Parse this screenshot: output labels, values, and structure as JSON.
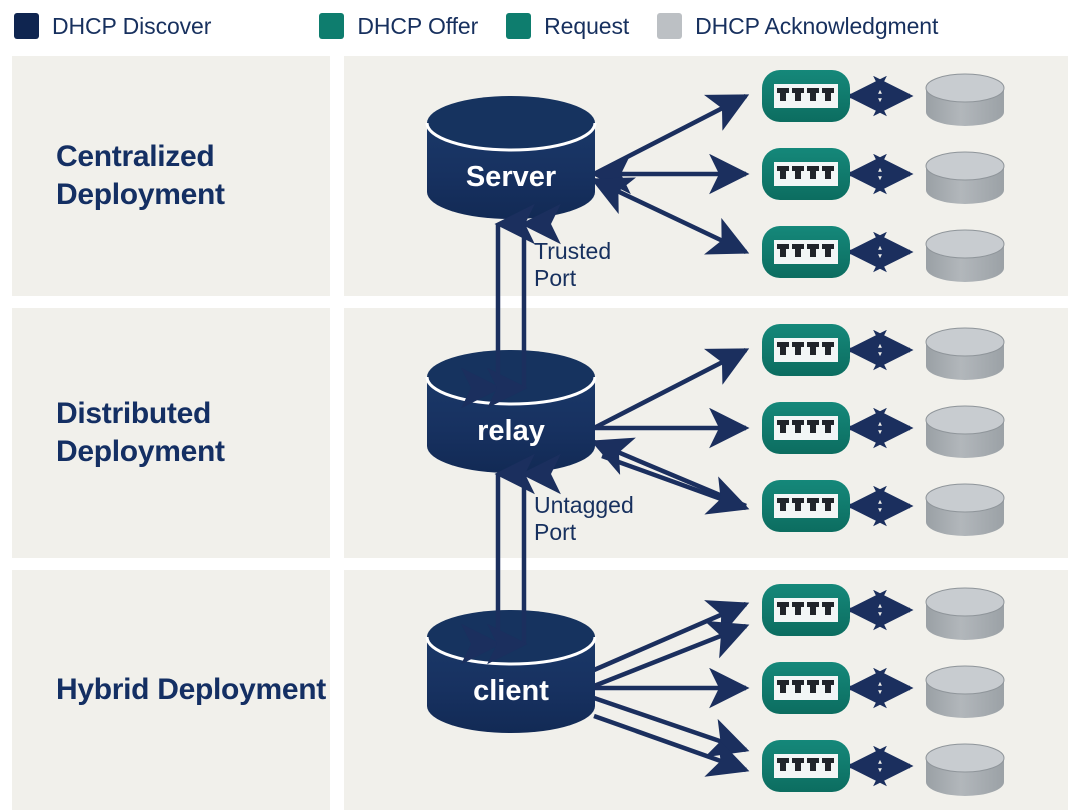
{
  "legend": {
    "items": [
      {
        "label": "DHCP Discover",
        "color": "#0f2550",
        "icon": "square-swatch"
      },
      {
        "label": "DHCP Offer",
        "color": "#0e7d6e",
        "icon": "square-swatch"
      },
      {
        "label": "Request",
        "color": "#0e7d6e",
        "icon": "square-swatch"
      },
      {
        "label": "DHCP Acknowledgment",
        "color": "#bcc0c4",
        "icon": "square-swatch"
      }
    ]
  },
  "colors": {
    "panel_bg": "#f1f0eb",
    "navy": "#17305e",
    "cylinder_navy": "#183564",
    "cylinder_navy_top": "#12315e",
    "teal": "#0e7d6e",
    "grey": "#a9adb1",
    "grey_top": "#c6cace",
    "arrow": "#1b2f5e",
    "page_bg": "#ffffff"
  },
  "rows": [
    {
      "id": "centralized",
      "title": "Centralized\nDeployment",
      "hub_label": "Server",
      "switch_count": 3,
      "db_count": 3,
      "arrows": [
        {
          "to": "switch-1",
          "direction": "right"
        },
        {
          "to": "switch-2",
          "direction": "both"
        },
        {
          "to": "switch-3",
          "direction": "both"
        }
      ],
      "switch_db_links": [
        {
          "direction": "both"
        },
        {
          "direction": "both"
        },
        {
          "direction": "both"
        }
      ]
    },
    {
      "id": "distributed",
      "title": "Distributed\nDeployment",
      "hub_label": "relay",
      "switch_count": 3,
      "db_count": 3,
      "arrows": [
        {
          "to": "switch-1",
          "direction": "right"
        },
        {
          "to": "switch-2",
          "direction": "right"
        },
        {
          "to": "switch-3",
          "direction": "right"
        },
        {
          "to": "hub",
          "direction": "left"
        }
      ],
      "switch_db_links": [
        {
          "direction": "both"
        },
        {
          "direction": "both"
        },
        {
          "direction": "both"
        }
      ]
    },
    {
      "id": "hybrid",
      "title": "Hybrid\nDeployment",
      "hub_label": "client",
      "switch_count": 3,
      "db_count": 3,
      "arrows": [
        {
          "to": "switch-1",
          "direction": "right"
        },
        {
          "to": "switch-1",
          "direction": "right"
        },
        {
          "to": "switch-2",
          "direction": "right"
        },
        {
          "to": "switch-3",
          "direction": "right"
        },
        {
          "to": "switch-3",
          "direction": "right"
        }
      ],
      "switch_db_links": [
        {
          "direction": "both"
        },
        {
          "direction": "both"
        },
        {
          "direction": "both"
        }
      ]
    }
  ],
  "connectors": [
    {
      "id": "trusted-port",
      "label": "Trusted\nPort",
      "between": [
        "centralized",
        "distributed"
      ],
      "direction": "both",
      "lines": 2
    },
    {
      "id": "untagged-port",
      "label": "Untagged\nPort",
      "between": [
        "distributed",
        "hybrid"
      ],
      "direction": "both",
      "lines": 2
    }
  ]
}
